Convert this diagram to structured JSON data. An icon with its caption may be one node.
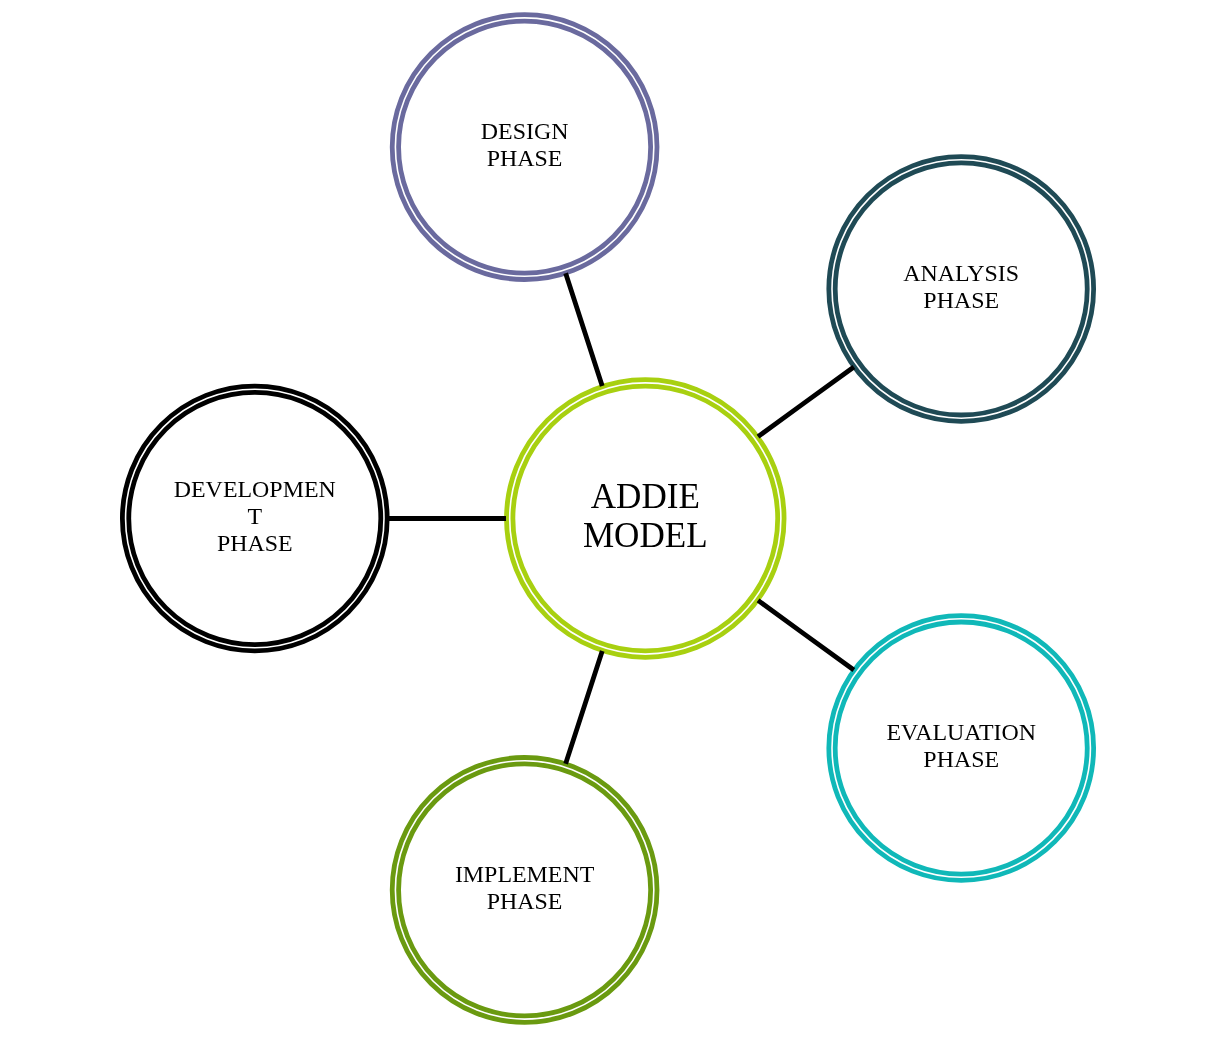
{
  "diagram": {
    "nodes": [
      {
        "text": [
          "ADDIE MODEL"
        ]
      },
      {
        "text": [
          "ANALYSIS PHASE"
        ]
      },
      {
        "text": [
          "DESIGN PHASE"
        ]
      },
      {
        "text": [
          "DEVELOPMEN T PHASE"
        ]
      },
      {
        "text": [
          "IMPLEMENT PHASE"
        ]
      },
      {
        "text": [
          "EVALUATION PHASE"
        ]
      }
    ],
    "edges": [
      {
        "from": 0,
        "to": 1,
        "arrow": "none"
      },
      {
        "from": 0,
        "to": 2,
        "arrow": "none"
      },
      {
        "from": 0,
        "to": 3,
        "arrow": "none"
      },
      {
        "from": 0,
        "to": 4,
        "arrow": "none"
      },
      {
        "from": 0,
        "to": 5,
        "arrow": "none"
      }
    ]
  }
}
